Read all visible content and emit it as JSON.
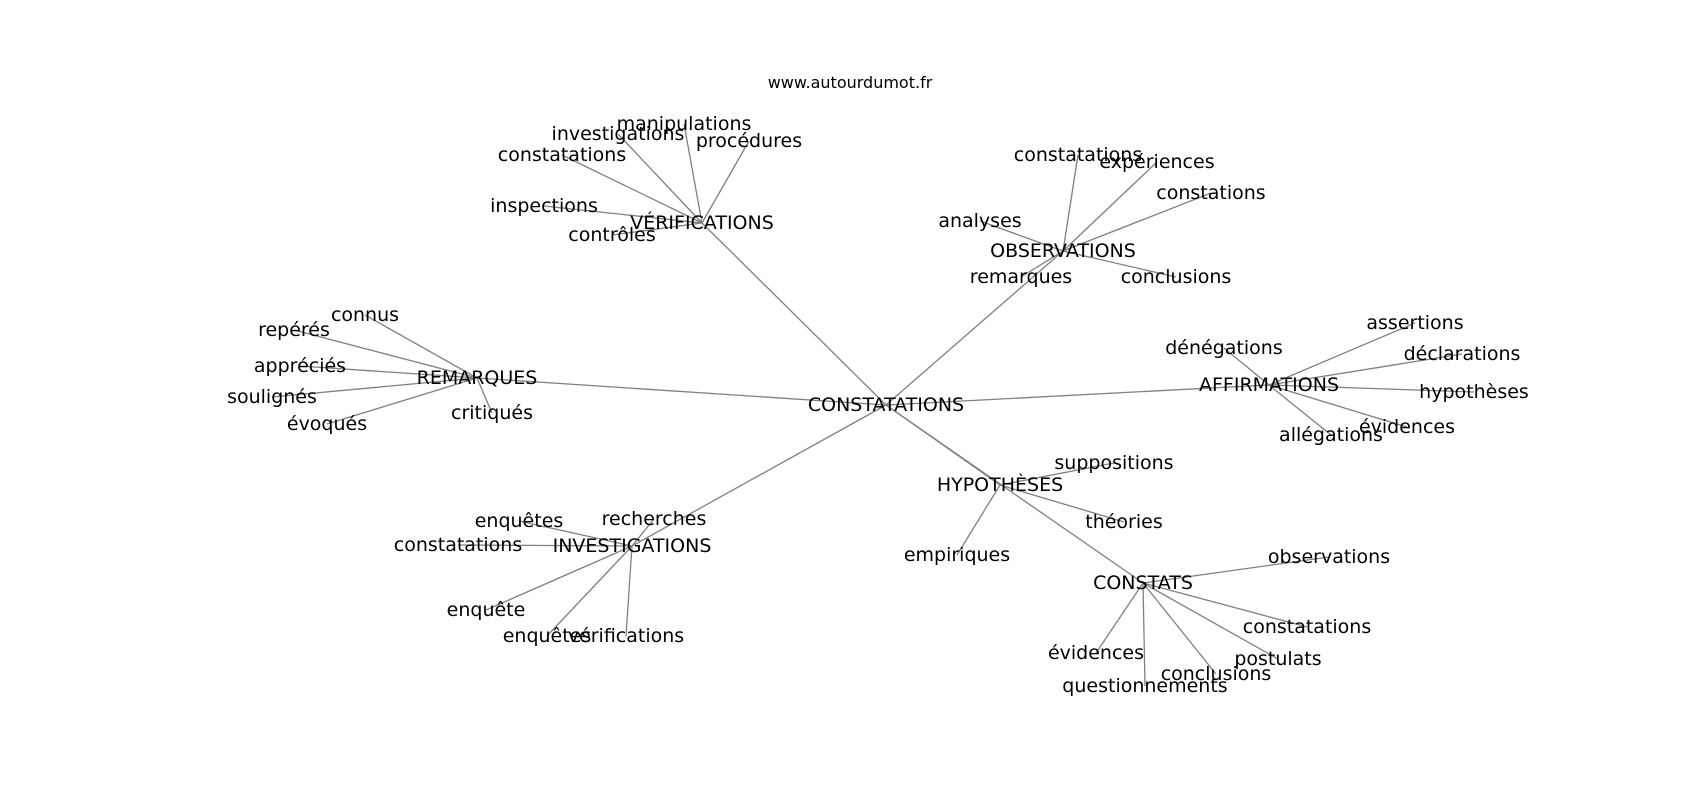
{
  "header": {
    "site": "www.autourdumot.fr"
  },
  "graph": {
    "nodes": [
      {
        "id": "constatations_root",
        "label": "CONSTATATIONS"
      },
      {
        "id": "verifications",
        "label": "VÉRIFICATIONS"
      },
      {
        "id": "observations",
        "label": "OBSERVATIONS"
      },
      {
        "id": "remarques",
        "label": "REMARQUES"
      },
      {
        "id": "affirmations",
        "label": "AFFIRMATIONS"
      },
      {
        "id": "hypotheses",
        "label": "HYPOTHÈSES"
      },
      {
        "id": "investigations",
        "label": "INVESTIGATIONS"
      },
      {
        "id": "constats",
        "label": "CONSTATS"
      },
      {
        "id": "v_manipulations",
        "label": "manipulations"
      },
      {
        "id": "v_investigations",
        "label": "investigations"
      },
      {
        "id": "v_procedures",
        "label": "procédures"
      },
      {
        "id": "v_constatations",
        "label": "constatations"
      },
      {
        "id": "v_inspections",
        "label": "inspections"
      },
      {
        "id": "v_controles",
        "label": "contrôles"
      },
      {
        "id": "o_constatations",
        "label": "constatations"
      },
      {
        "id": "o_experiences",
        "label": "expériences"
      },
      {
        "id": "o_constations",
        "label": "constations"
      },
      {
        "id": "o_analyses",
        "label": "analyses"
      },
      {
        "id": "o_remarques",
        "label": "remarques"
      },
      {
        "id": "o_conclusions",
        "label": "conclusions"
      },
      {
        "id": "r_connus",
        "label": "connus"
      },
      {
        "id": "r_reperes",
        "label": "repérés"
      },
      {
        "id": "r_apprecies",
        "label": "appréciés"
      },
      {
        "id": "r_soulignes",
        "label": "soulignés"
      },
      {
        "id": "r_evoques",
        "label": "évoqués"
      },
      {
        "id": "r_critiques",
        "label": "critiqués"
      },
      {
        "id": "a_assertions",
        "label": "assertions"
      },
      {
        "id": "a_denegations",
        "label": "dénégations"
      },
      {
        "id": "a_declarations",
        "label": "déclarations"
      },
      {
        "id": "a_hypotheses",
        "label": "hypothèses"
      },
      {
        "id": "a_evidences",
        "label": "évidences"
      },
      {
        "id": "a_allegations",
        "label": "allégations"
      },
      {
        "id": "h_suppositions",
        "label": "suppositions"
      },
      {
        "id": "h_theories",
        "label": "théories"
      },
      {
        "id": "h_empiriques",
        "label": "empiriques"
      },
      {
        "id": "i_enquetes",
        "label": "enquêtes"
      },
      {
        "id": "i_recherches",
        "label": "recherches"
      },
      {
        "id": "i_constatations",
        "label": "constatations"
      },
      {
        "id": "i_enquete",
        "label": "enquête"
      },
      {
        "id": "i_enquetes2",
        "label": "enquêtes"
      },
      {
        "id": "i_verifications",
        "label": "vérifications"
      },
      {
        "id": "c_observations",
        "label": "observations"
      },
      {
        "id": "c_constatations",
        "label": "constatations"
      },
      {
        "id": "c_postulats",
        "label": "postulats"
      },
      {
        "id": "c_evidences",
        "label": "évidences"
      },
      {
        "id": "c_conclusions",
        "label": "conclusions"
      },
      {
        "id": "c_questionnements",
        "label": "questionnements"
      }
    ],
    "edges": [
      [
        "constatations_root",
        "verifications"
      ],
      [
        "constatations_root",
        "observations"
      ],
      [
        "constatations_root",
        "remarques"
      ],
      [
        "constatations_root",
        "affirmations"
      ],
      [
        "constatations_root",
        "hypotheses"
      ],
      [
        "constatations_root",
        "investigations"
      ],
      [
        "constatations_root",
        "constats"
      ],
      [
        "verifications",
        "v_manipulations"
      ],
      [
        "verifications",
        "v_investigations"
      ],
      [
        "verifications",
        "v_procedures"
      ],
      [
        "verifications",
        "v_constatations"
      ],
      [
        "verifications",
        "v_inspections"
      ],
      [
        "verifications",
        "v_controles"
      ],
      [
        "observations",
        "o_constatations"
      ],
      [
        "observations",
        "o_experiences"
      ],
      [
        "observations",
        "o_constations"
      ],
      [
        "observations",
        "o_analyses"
      ],
      [
        "observations",
        "o_remarques"
      ],
      [
        "observations",
        "o_conclusions"
      ],
      [
        "remarques",
        "r_connus"
      ],
      [
        "remarques",
        "r_reperes"
      ],
      [
        "remarques",
        "r_apprecies"
      ],
      [
        "remarques",
        "r_soulignes"
      ],
      [
        "remarques",
        "r_evoques"
      ],
      [
        "remarques",
        "r_critiques"
      ],
      [
        "affirmations",
        "a_assertions"
      ],
      [
        "affirmations",
        "a_denegations"
      ],
      [
        "affirmations",
        "a_declarations"
      ],
      [
        "affirmations",
        "a_hypotheses"
      ],
      [
        "affirmations",
        "a_evidences"
      ],
      [
        "affirmations",
        "a_allegations"
      ],
      [
        "hypotheses",
        "h_suppositions"
      ],
      [
        "hypotheses",
        "h_theories"
      ],
      [
        "hypotheses",
        "h_empiriques"
      ],
      [
        "investigations",
        "i_enquetes"
      ],
      [
        "investigations",
        "i_recherches"
      ],
      [
        "investigations",
        "i_constatations"
      ],
      [
        "investigations",
        "i_enquete"
      ],
      [
        "investigations",
        "i_enquetes2"
      ],
      [
        "investigations",
        "i_verifications"
      ],
      [
        "constats",
        "c_observations"
      ],
      [
        "constats",
        "c_constatations"
      ],
      [
        "constats",
        "c_postulats"
      ],
      [
        "constats",
        "c_evidences"
      ],
      [
        "constats",
        "c_conclusions"
      ],
      [
        "constats",
        "c_questionnements"
      ]
    ]
  }
}
